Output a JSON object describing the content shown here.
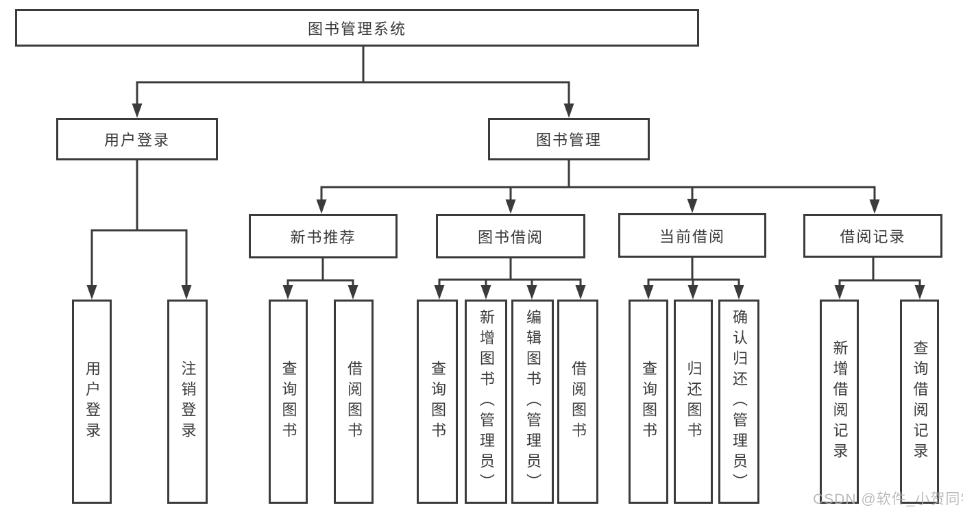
{
  "title": "图书管理系统",
  "colors": {
    "line": "#3b3b3b",
    "text": "#3a3a3a",
    "bg": "#ffffff",
    "watermark": "#b0b0b0"
  },
  "watermark": {
    "text": "CSDN @软件_小贺同学"
  },
  "nodes": {
    "root": {
      "label": "图书管理系统"
    },
    "userLoginGroup": {
      "label": "用户登录"
    },
    "bookMgmt": {
      "label": "图书管理"
    },
    "newBookRec": {
      "label": "新书推荐"
    },
    "bookBorrow": {
      "label": "图书借阅"
    },
    "currentBorrow": {
      "label": "当前借阅"
    },
    "borrowRecords": {
      "label": "借阅记录"
    },
    "leafUserLogin": {
      "label": "用户登录"
    },
    "leafLogout": {
      "label": "注销登录"
    },
    "leafQueryBook1": {
      "label": "查询图书"
    },
    "leafBorrowBook1": {
      "label": "借阅图书"
    },
    "leafQueryBook2": {
      "label": "查询图书"
    },
    "leafAddBook": {
      "label": "新增图书（管理员）"
    },
    "leafEditBook": {
      "label": "编辑图书（管理员）"
    },
    "leafBorrowBook2": {
      "label": "借阅图书"
    },
    "leafQueryBook3": {
      "label": "查询图书"
    },
    "leafReturnBook": {
      "label": "归还图书"
    },
    "leafConfirmReturn": {
      "label": "确认归还（管理员）"
    },
    "leafAddRecord": {
      "label": "新增借阅记录"
    },
    "leafQueryRecord": {
      "label": "查询借阅记录"
    }
  },
  "hierarchy": {
    "图书管理系统": {
      "用户登录": [
        "用户登录",
        "注销登录"
      ],
      "图书管理": {
        "新书推荐": [
          "查询图书",
          "借阅图书"
        ],
        "图书借阅": [
          "查询图书",
          "新增图书（管理员）",
          "编辑图书（管理员）",
          "借阅图书"
        ],
        "当前借阅": [
          "查询图书",
          "归还图书",
          "确认归还（管理员）"
        ],
        "借阅记录": [
          "新增借阅记录",
          "查询借阅记录"
        ]
      }
    }
  }
}
